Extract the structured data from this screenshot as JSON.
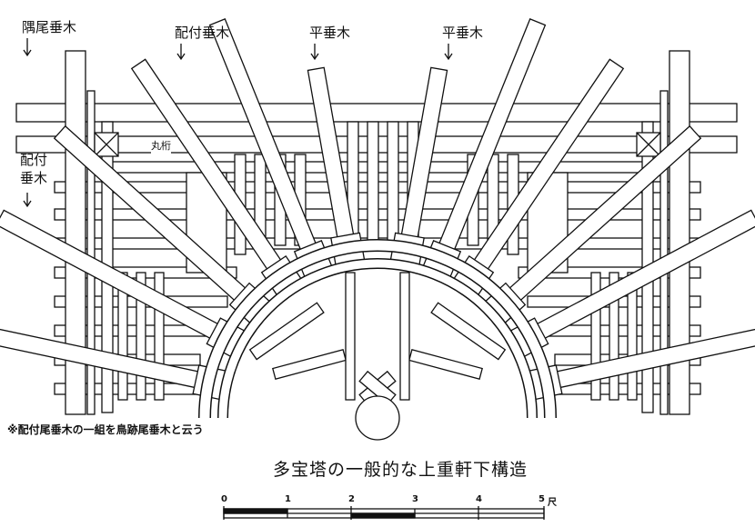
{
  "labels": {
    "corner_rafter": "隅尾垂木",
    "distributed_rafter_top": "配付垂木",
    "flat_rafter_left": "平垂木",
    "flat_rafter_right": "平垂木",
    "distributed_rafter_side_line1": "配付",
    "distributed_rafter_side_line2": "垂木",
    "round_beam": "丸桁"
  },
  "note": "※配付尾垂木の一組を鳥跡尾垂木と云う",
  "caption": "多宝塔の一般的な上重軒下構造",
  "scale": {
    "ticks": [
      "0",
      "1",
      "2",
      "3",
      "4",
      "5"
    ],
    "unit": "尺"
  }
}
